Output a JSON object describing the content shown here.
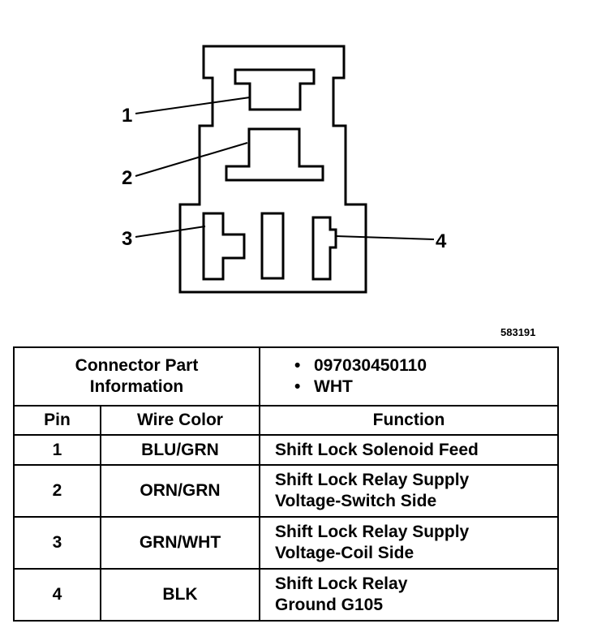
{
  "figure_number": "583191",
  "pin_labels": [
    "1",
    "2",
    "3",
    "4"
  ],
  "connector_info": {
    "label_line1": "Connector Part",
    "label_line2": "Information",
    "items": [
      "097030450110",
      "WHT"
    ]
  },
  "table": {
    "headers": [
      "Pin",
      "Wire Color",
      "Function"
    ],
    "rows": [
      {
        "pin": "1",
        "color": "BLU/GRN",
        "function_line1": "Shift Lock Solenoid Feed",
        "function_line2": ""
      },
      {
        "pin": "2",
        "color": "ORN/GRN",
        "function_line1": "Shift Lock Relay Supply",
        "function_line2": "Voltage-Switch Side"
      },
      {
        "pin": "3",
        "color": "GRN/WHT",
        "function_line1": "Shift Lock Relay Supply",
        "function_line2": "Voltage-Coil Side"
      },
      {
        "pin": "4",
        "color": "BLK",
        "function_line1": "Shift Lock Relay",
        "function_line2": "Ground G105"
      }
    ]
  }
}
